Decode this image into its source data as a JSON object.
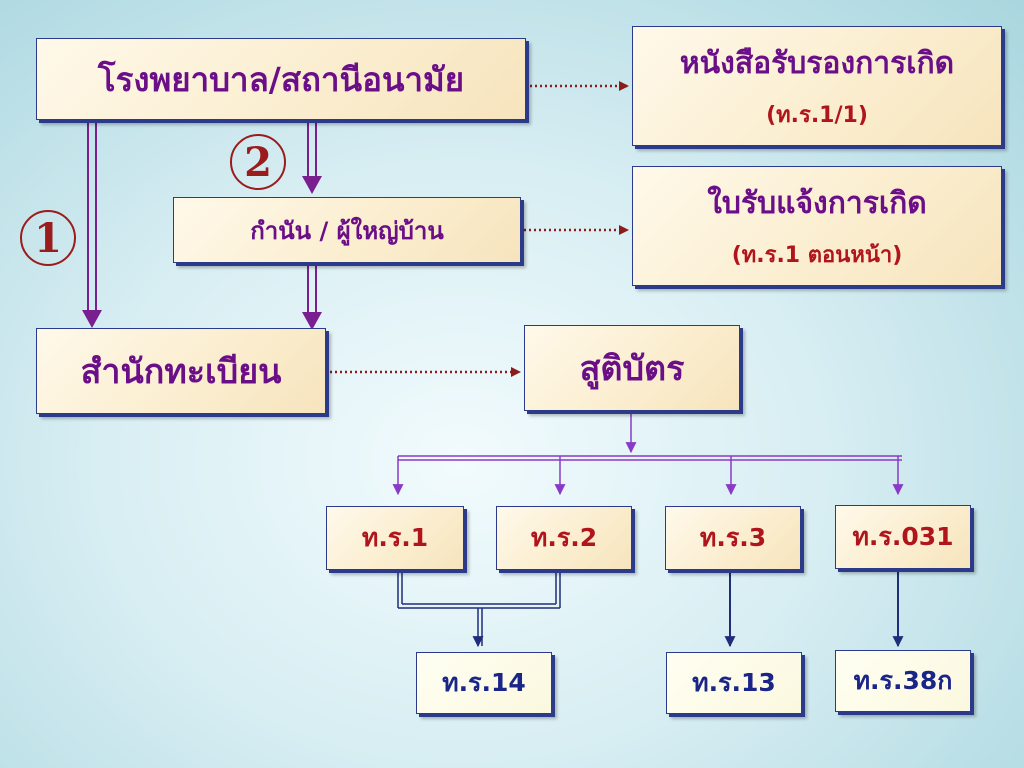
{
  "nodes": {
    "hospital": "โรงพยาบาล/สถานีอนามัย",
    "birth_certificate_title": "หนังสือรับรองการเกิด",
    "birth_certificate_code": "(ท.ร.1/1)",
    "kamnan": "กำนัน / ผู้ใหญ่บ้าน",
    "birth_notice_title": "ใบรับแจ้งการเกิด",
    "birth_notice_code": "(ท.ร.1 ตอนหน้า)",
    "registry_office": "สำนักทะเบียน",
    "birth_record": "สูติบัตร",
    "tr1": "ท.ร.1",
    "tr2": "ท.ร.2",
    "tr3": "ท.ร.3",
    "tr031": "ท.ร.031",
    "tr14": "ท.ร.14",
    "tr13": "ท.ร.13",
    "tr38k": "ท.ร.38ก"
  },
  "badges": {
    "one": "1",
    "two": "2"
  },
  "colors": {
    "purple_arrow": "#7a1f8f",
    "dotted_arrow": "#8a1c1c",
    "branch_line": "#8a3ac8",
    "navy_arrow": "#1f2d7a"
  }
}
